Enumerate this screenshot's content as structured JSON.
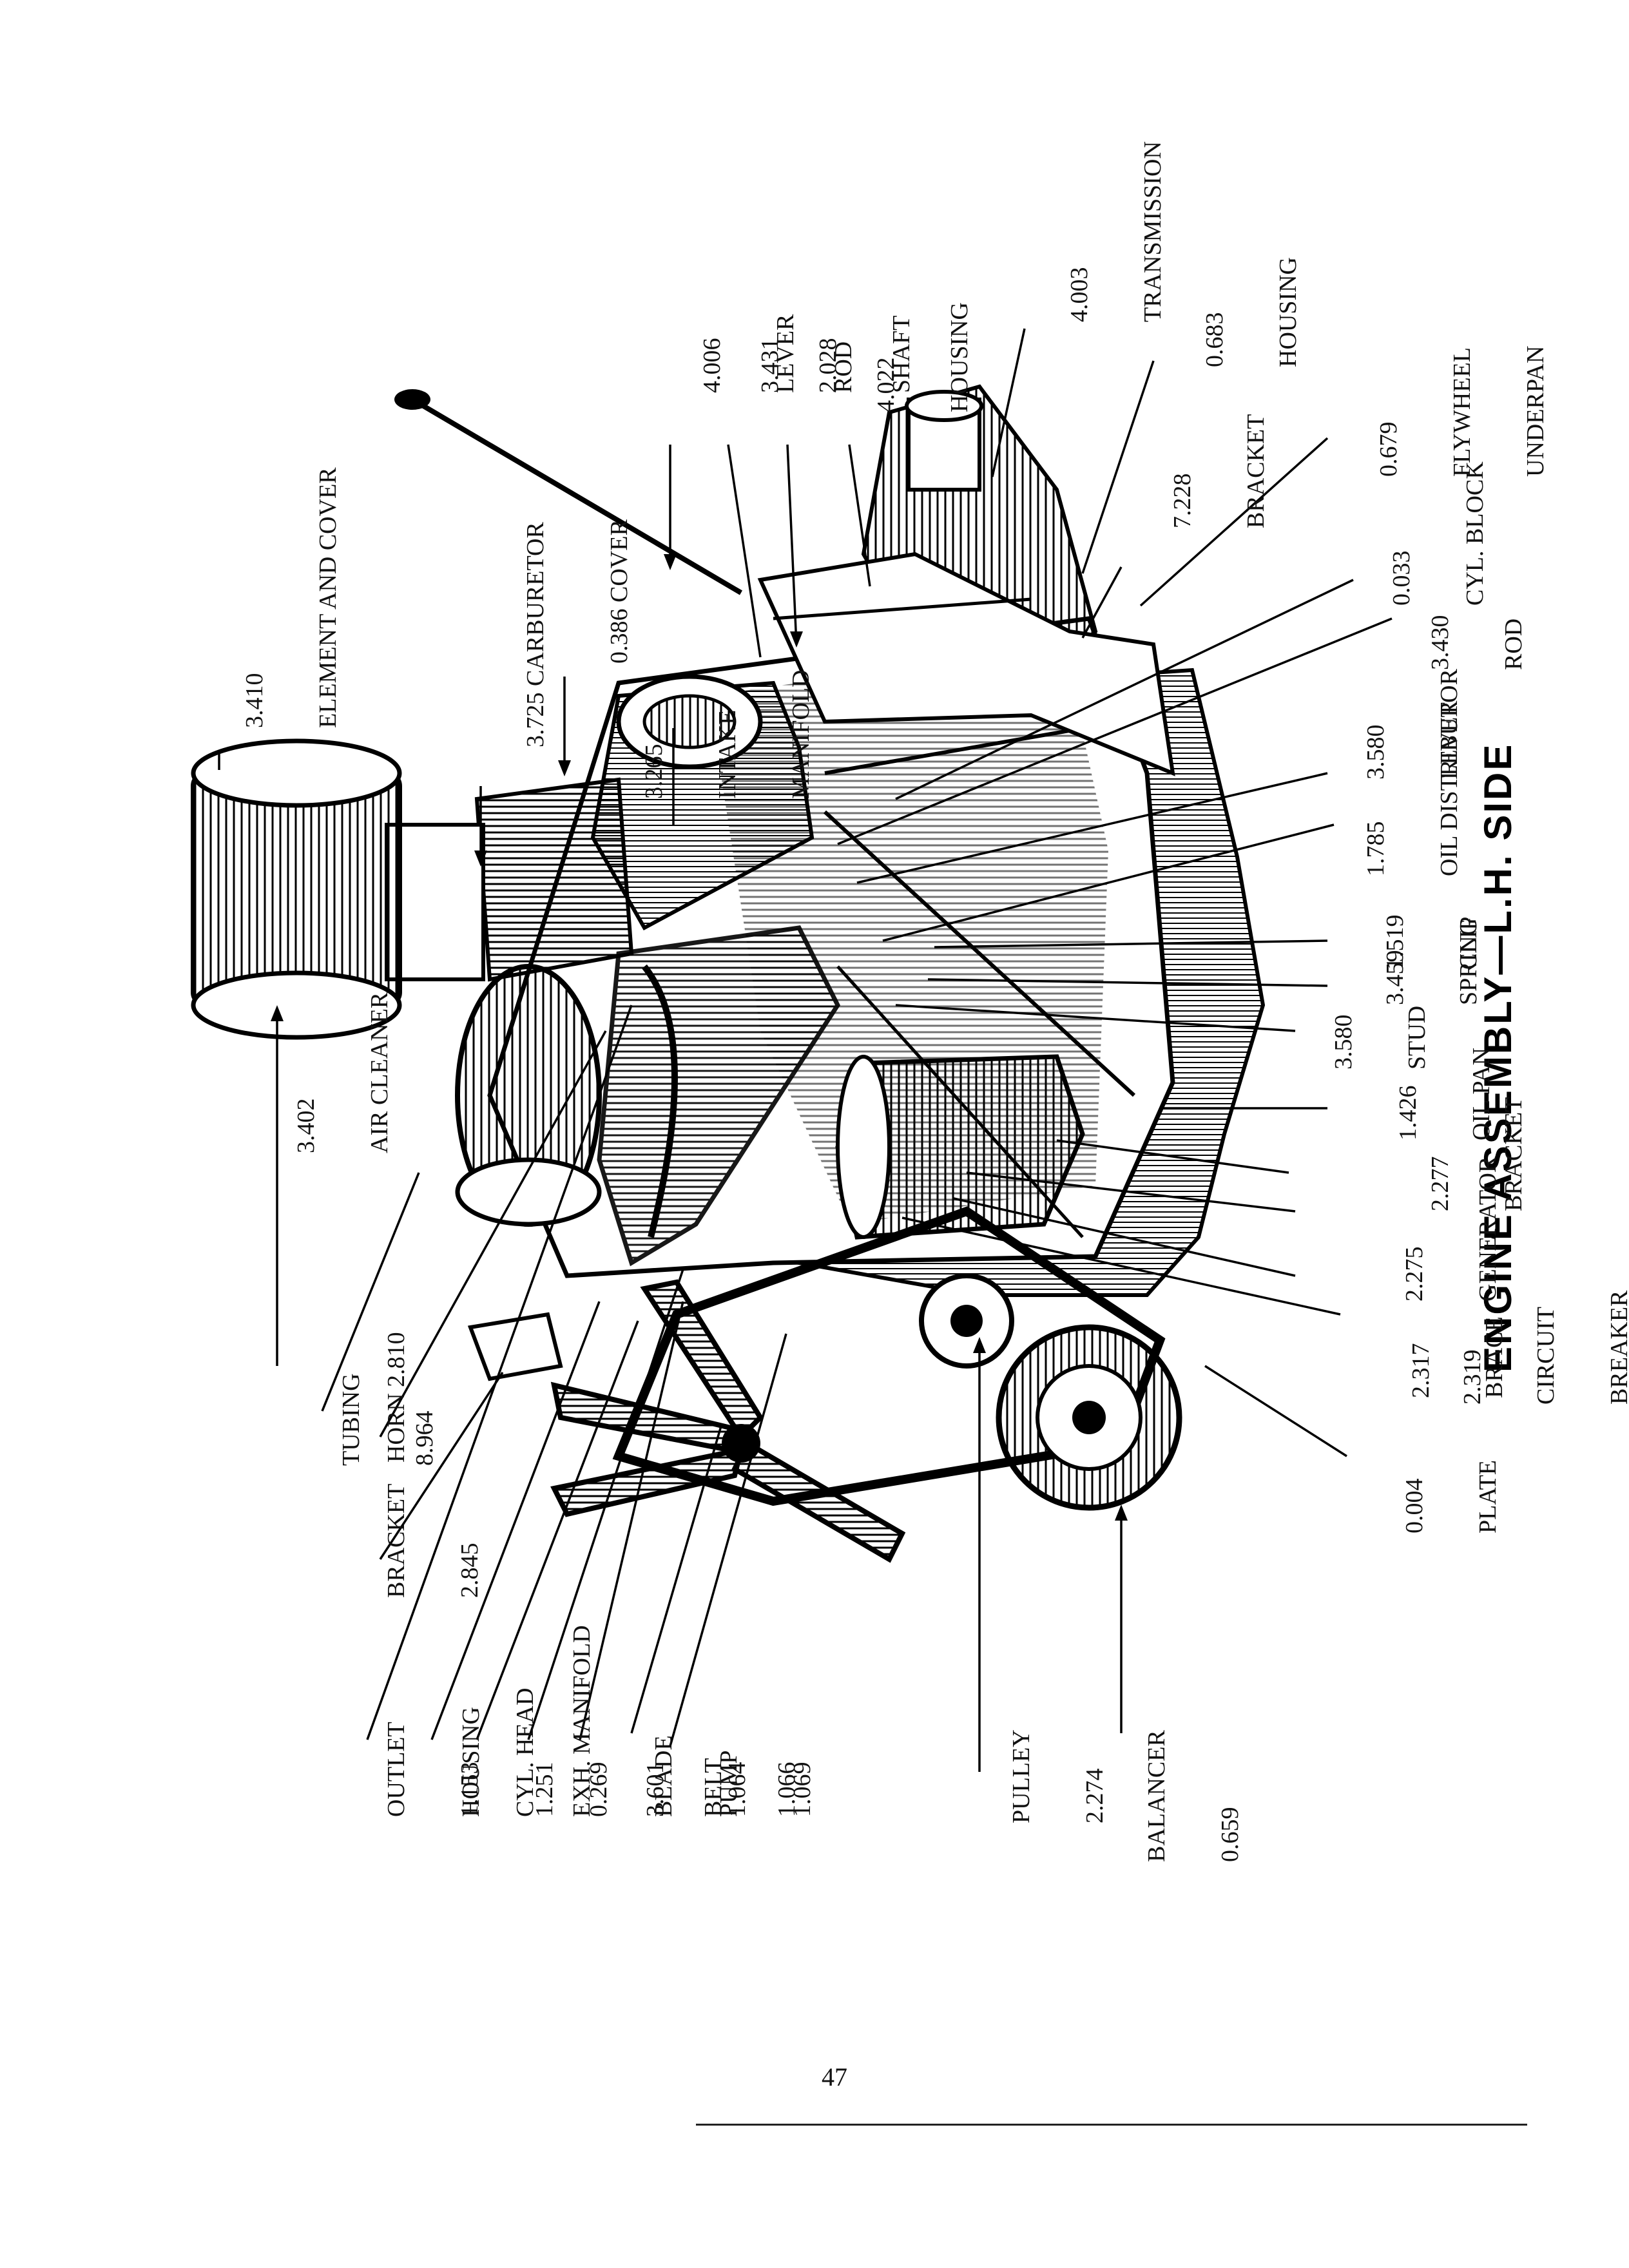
{
  "page": {
    "title": "ENGINE ASSEMBLY—L.H. SIDE",
    "page_number": "47"
  },
  "callouts": {
    "air_cleaner": {
      "code": "3.402",
      "name": "AIR CLEANER"
    },
    "element_cover": {
      "code": "3.410",
      "name": "ELEMENT AND COVER"
    },
    "carburetor": {
      "text": "3.725 CARBURETOR"
    },
    "cover": {
      "text": "0.386 COVER"
    },
    "intake_manifold": {
      "code": "3.265",
      "name1": "INTAKE",
      "name2": "MANIFOLD"
    },
    "lever_top": {
      "code": "4.006",
      "name": "LEVER"
    },
    "rod_top": {
      "code": "3.431",
      "name": "ROD"
    },
    "shaft": {
      "code": "2.028",
      "name": "SHAFT"
    },
    "housing_4022": {
      "code": "4.022",
      "name": "HOUSING"
    },
    "transmission": {
      "code": "4.003",
      "name": "TRANSMISSION"
    },
    "housing_0683": {
      "code": "0.683",
      "name": "HOUSING"
    },
    "flywheel_underpan": {
      "code": "0.679",
      "name1": "FLYWHEEL",
      "name2": "UNDERPAN"
    },
    "bracket_7228": {
      "code": "7.228",
      "name": "BRACKET"
    },
    "cyl_block": {
      "code": "0.033",
      "name": "CYL. BLOCK"
    },
    "rod_3430": {
      "code": "3.430",
      "name": "ROD"
    },
    "lever_3580": {
      "code": "3.580",
      "name": "LEVER"
    },
    "oil_distributor": {
      "code": "1.785",
      "name": "OIL DISTRIBUTOR"
    },
    "clip": {
      "code": "1.519",
      "name": "CLIP"
    },
    "spring": {
      "code": "3.459",
      "name": "SPRING"
    },
    "stud": {
      "code": "3.580",
      "name": "STUD"
    },
    "oil_pan": {
      "code": "1.426",
      "name": "OIL PAN"
    },
    "bracket_2277": {
      "code": "2.277",
      "name": "BRACKET"
    },
    "generator": {
      "code": "2.275",
      "name": "GENERATOR"
    },
    "brace": {
      "code": "2.317",
      "name": "BRACE"
    },
    "circuit_breaker": {
      "code": "2.319",
      "name1": "CIRCUIT",
      "name2": "BREAKER"
    },
    "plate": {
      "code": "0.004",
      "name": "PLATE"
    },
    "balancer": {
      "name": "BALANCER",
      "code": "0.659"
    },
    "pulley": {
      "name": "PULLEY",
      "code": "2.274"
    },
    "belt": {
      "name": "BELT",
      "code": "1.066"
    },
    "blade": {
      "name": "BLADE",
      "code": "1.064"
    },
    "pump": {
      "name": "PUMP",
      "code": "1.069"
    },
    "exh_manifold": {
      "name": "EXH. MANIFOLD",
      "code": "3.601"
    },
    "cyl_head": {
      "name": "CYL. HEAD",
      "code": "0.269"
    },
    "housing_1251": {
      "name": "HOUSING",
      "code": "1.251"
    },
    "outlet": {
      "name": "OUTLET",
      "code": "1.153"
    },
    "bracket_2845": {
      "name": "BRACKET",
      "code": "2.845"
    },
    "horn": {
      "text": "HORN 2.810"
    },
    "tubing": {
      "name": "TUBING",
      "code": "8.964"
    }
  }
}
